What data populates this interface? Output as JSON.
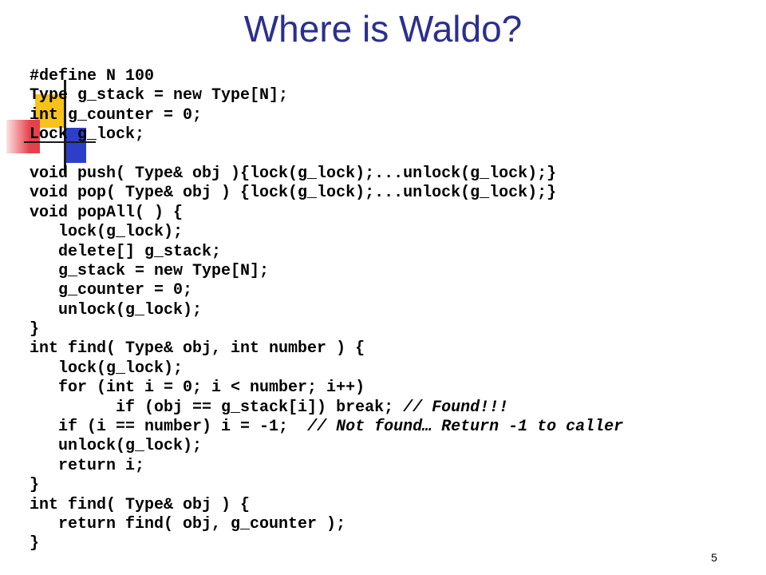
{
  "slide": {
    "title": "Where is Waldo?",
    "page_number": "5"
  },
  "colors": {
    "title": "#2b2f8f",
    "deco_yellow": "#f7c21a",
    "deco_red": "#e8404a",
    "deco_blue": "#2d3fc9",
    "deco_line": "#1a1a1a"
  },
  "code": [
    {
      "text": "#define N 100"
    },
    {
      "text": "Type g_stack = new Type[N];"
    },
    {
      "text": "int g_counter = 0;"
    },
    {
      "text": "Lock g_lock;"
    },
    {
      "text": ""
    },
    {
      "text": "void push( Type& obj ){lock(g_lock);...unlock(g_lock);}"
    },
    {
      "text": "void pop( Type& obj ) {lock(g_lock);...unlock(g_lock);}"
    },
    {
      "text": "void popAll( ) {"
    },
    {
      "text": "   lock(g_lock);"
    },
    {
      "text": "   delete[] g_stack;"
    },
    {
      "text": "   g_stack = new Type[N];"
    },
    {
      "text": "   g_counter = 0;"
    },
    {
      "text": "   unlock(g_lock);"
    },
    {
      "text": "}"
    },
    {
      "text": "int find( Type& obj, int number ) {"
    },
    {
      "text": "   lock(g_lock);"
    },
    {
      "text": "   for (int i = 0; i < number; i++)"
    },
    {
      "text": "         if (obj == g_stack[i]) break; ",
      "comment": "// Found!!!"
    },
    {
      "text": "   if (i == number) i = -1;  ",
      "comment": "// Not found… Return -1 to caller"
    },
    {
      "text": "   unlock(g_lock);"
    },
    {
      "text": "   return i;"
    },
    {
      "text": "}"
    },
    {
      "text": "int find( Type& obj ) {"
    },
    {
      "text": "   return find( obj, g_counter );"
    },
    {
      "text": "}"
    }
  ]
}
